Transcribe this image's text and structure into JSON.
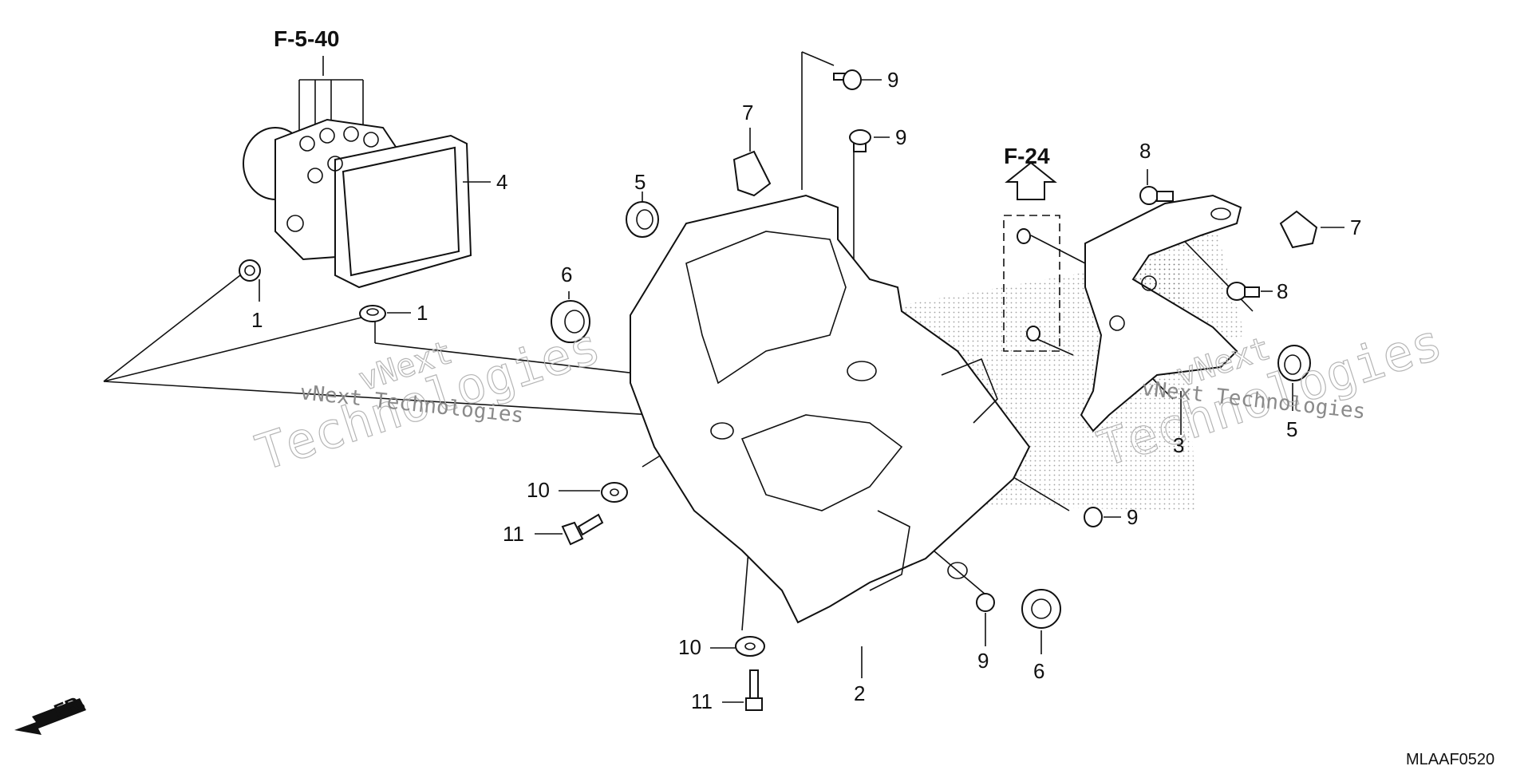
{
  "diagram": {
    "references": {
      "abs_modulator": "F-5-40",
      "subframe": "F-24"
    },
    "callouts": [
      {
        "id": "c1a",
        "text": "1"
      },
      {
        "id": "c1b",
        "text": "1"
      },
      {
        "id": "c2",
        "text": "2"
      },
      {
        "id": "c3",
        "text": "3"
      },
      {
        "id": "c4",
        "text": "4"
      },
      {
        "id": "c5a",
        "text": "5"
      },
      {
        "id": "c5b",
        "text": "5"
      },
      {
        "id": "c6a",
        "text": "6"
      },
      {
        "id": "c6b",
        "text": "6"
      },
      {
        "id": "c7a",
        "text": "7"
      },
      {
        "id": "c7b",
        "text": "7"
      },
      {
        "id": "c8a",
        "text": "8"
      },
      {
        "id": "c8b",
        "text": "8"
      },
      {
        "id": "c9a",
        "text": "9"
      },
      {
        "id": "c9b",
        "text": "9"
      },
      {
        "id": "c9c",
        "text": "9"
      },
      {
        "id": "c9d",
        "text": "9"
      },
      {
        "id": "c10a",
        "text": "10"
      },
      {
        "id": "c10b",
        "text": "10"
      },
      {
        "id": "c11a",
        "text": "11"
      },
      {
        "id": "c11b",
        "text": "11"
      }
    ],
    "direction_label": "FR.",
    "watermarks": [
      "vNext",
      "Technologies",
      "vNext Technologies"
    ],
    "drawing_code": "MLAAF0520"
  }
}
